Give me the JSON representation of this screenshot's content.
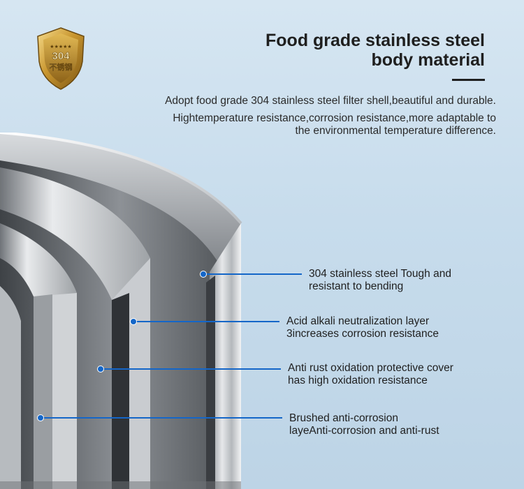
{
  "header": {
    "title_line1": "Food grade stainless steel",
    "title_line2": "body material",
    "description_line1": "Adopt food grade 304 stainless steel filter shell,beautiful and durable.",
    "description_line2": "Hightemperature resistance,corrosion resistance,more adaptable to",
    "description_line3": "the environmental temperature difference."
  },
  "badge": {
    "grade": "304",
    "text": "不锈钢",
    "stars": "★★★★★"
  },
  "callouts": [
    {
      "line1": "304 stainless steel Tough and",
      "line2": "resistant to bending"
    },
    {
      "line1": "Acid alkali neutralization layer",
      "line2": "3increases corrosion resistance"
    },
    {
      "line1": "Anti rust oxidation protective cover",
      "line2": "has high oxidation resistance"
    },
    {
      "line1": "Brushed anti-corrosion",
      "line2": "layeAnti-corrosion and anti-rust"
    }
  ],
  "colors": {
    "accent": "#1466c8",
    "background": "#c7dcec",
    "badge_gold": "#c9a24a"
  }
}
